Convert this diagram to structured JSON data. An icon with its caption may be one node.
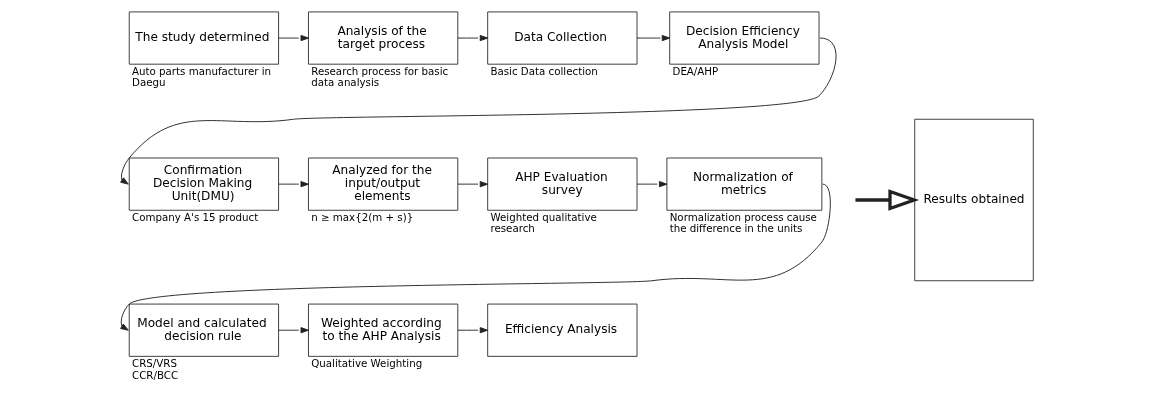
{
  "diagram": {
    "nodes": [
      {
        "text": [
          "The study determined"
        ],
        "beside": [
          "Auto parts manufacturer in Daegu"
        ]
      },
      {
        "text": [
          "Analysis of the target process"
        ],
        "beside": [
          "Research process for basic data analysis"
        ]
      },
      {
        "text": [
          "Data Collection"
        ],
        "beside": [
          "Basic Data collection"
        ]
      },
      {
        "text": [
          "Decision Efficiency Analysis Model"
        ],
        "beside": [
          "DEA/AHP"
        ]
      },
      {
        "text": [
          "Confirmation Decision Making Unit(DMU)"
        ],
        "beside": [
          "Company A's 15 product"
        ]
      },
      {
        "text": [
          "Analyzed for the input/output elements"
        ],
        "beside": [
          "n ≥ max{2(m + s)}"
        ]
      },
      {
        "text": [
          "AHP Evaluation survey"
        ],
        "beside": [
          "Weighted qualitative research"
        ]
      },
      {
        "text": [
          "Normalization of metrics"
        ],
        "beside": [
          "Normalization process cause the difference in the units"
        ]
      },
      {
        "text": [
          "Model and calculated decision rule"
        ],
        "beside": [
          "CRS/VRS",
          "CCR/BCC"
        ]
      },
      {
        "text": [
          "Weighted according to the AHP Analysis"
        ],
        "beside": [
          "Qualitative Weighting"
        ]
      },
      {
        "text": [
          "Efficiency Analysis"
        ]
      },
      {
        "text": [
          "Results obtained"
        ]
      }
    ],
    "edges": [
      {
        "from": 0,
        "to": 1,
        "arrow": "to"
      },
      {
        "from": 1,
        "to": 2,
        "arrow": "to"
      },
      {
        "from": 2,
        "to": 3,
        "arrow": "to"
      },
      {
        "from": 3,
        "to": 4,
        "arrow": "to"
      },
      {
        "from": 4,
        "to": 5,
        "arrow": "to"
      },
      {
        "from": 5,
        "to": 6,
        "arrow": "to"
      },
      {
        "from": 6,
        "to": 7,
        "arrow": "to"
      },
      {
        "from": 7,
        "to": 8,
        "arrow": "to"
      },
      {
        "from": 8,
        "to": 9,
        "arrow": "to"
      },
      {
        "from": 9,
        "to": 10,
        "arrow": "to"
      },
      {
        "from": null,
        "to": 11,
        "arrow": "to",
        "style": "thick"
      }
    ]
  }
}
